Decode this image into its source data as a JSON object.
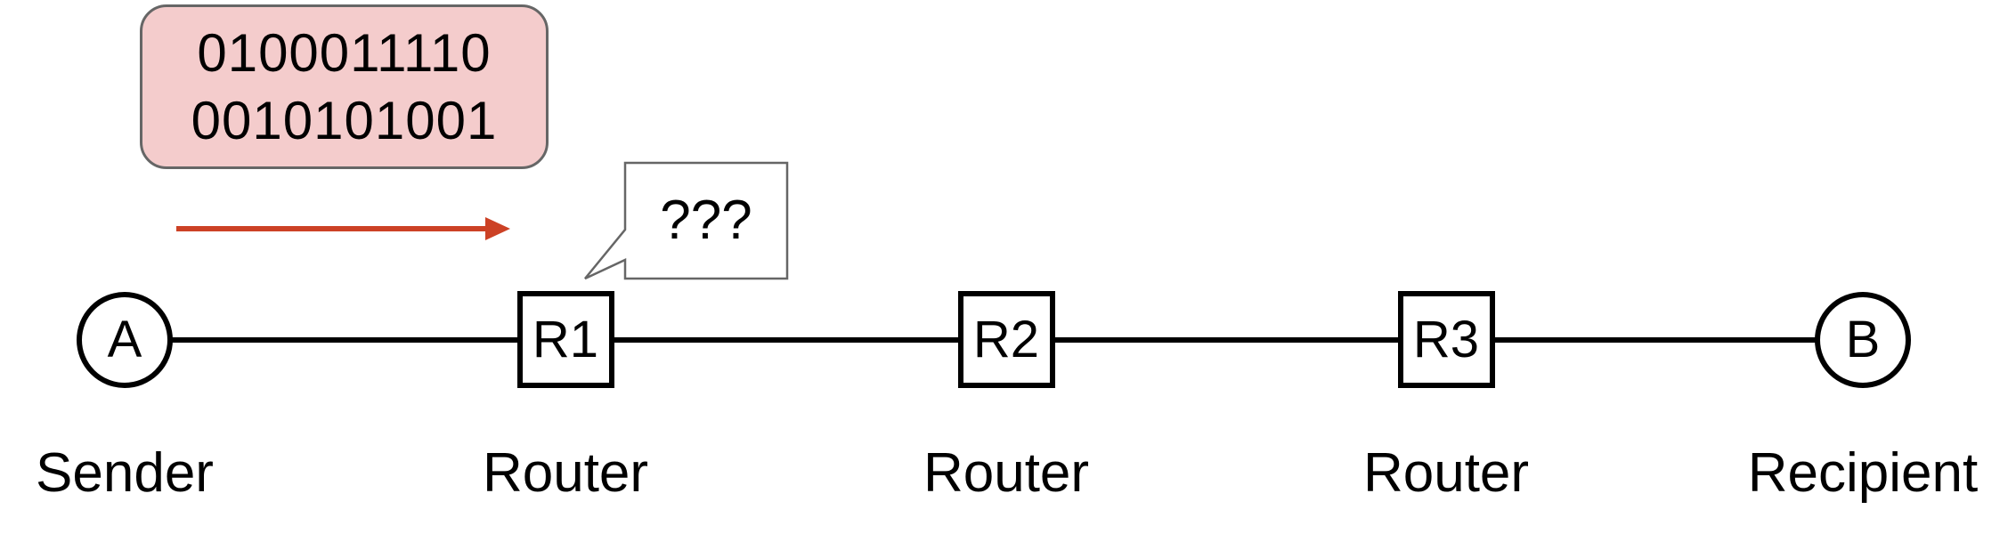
{
  "packet": {
    "line1": "0100011110",
    "line2": "0010101001"
  },
  "speech_bubble": {
    "text": "???"
  },
  "nodes": [
    {
      "id": "A",
      "label": "A",
      "shape": "circle",
      "caption": "Sender"
    },
    {
      "id": "R1",
      "label": "R1",
      "shape": "square",
      "caption": "Router"
    },
    {
      "id": "R2",
      "label": "R2",
      "shape": "square",
      "caption": "Router"
    },
    {
      "id": "R3",
      "label": "R3",
      "shape": "square",
      "caption": "Router"
    },
    {
      "id": "B",
      "label": "B",
      "shape": "circle",
      "caption": "Recipient"
    }
  ],
  "edges": [
    {
      "from": "A",
      "to": "R1"
    },
    {
      "from": "R1",
      "to": "R2"
    },
    {
      "from": "R2",
      "to": "R3"
    },
    {
      "from": "R3",
      "to": "B"
    }
  ],
  "colors": {
    "packet_fill": "#f4cccc",
    "packet_border": "#666666",
    "arrow": "#cc4125",
    "line": "#000000"
  }
}
